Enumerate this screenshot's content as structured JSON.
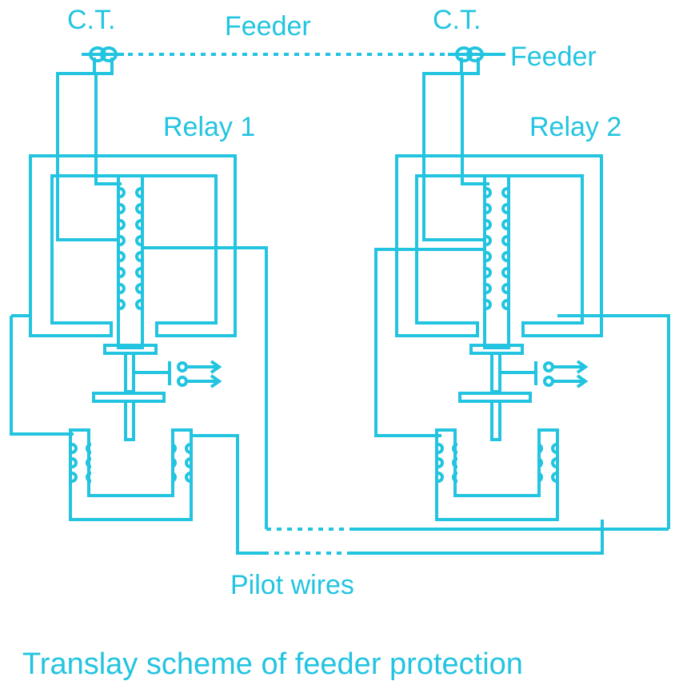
{
  "diagram": {
    "labels": {
      "ct_left": "C.T.",
      "ct_right": "C.T.",
      "feeder_top": "Feeder",
      "feeder_right": "Feeder",
      "relay1": "Relay 1",
      "relay2": "Relay 2",
      "pilot_wires": "Pilot wires"
    },
    "caption": "Translay scheme of feeder protection"
  },
  "colors": {
    "line": "#22c4e0"
  }
}
